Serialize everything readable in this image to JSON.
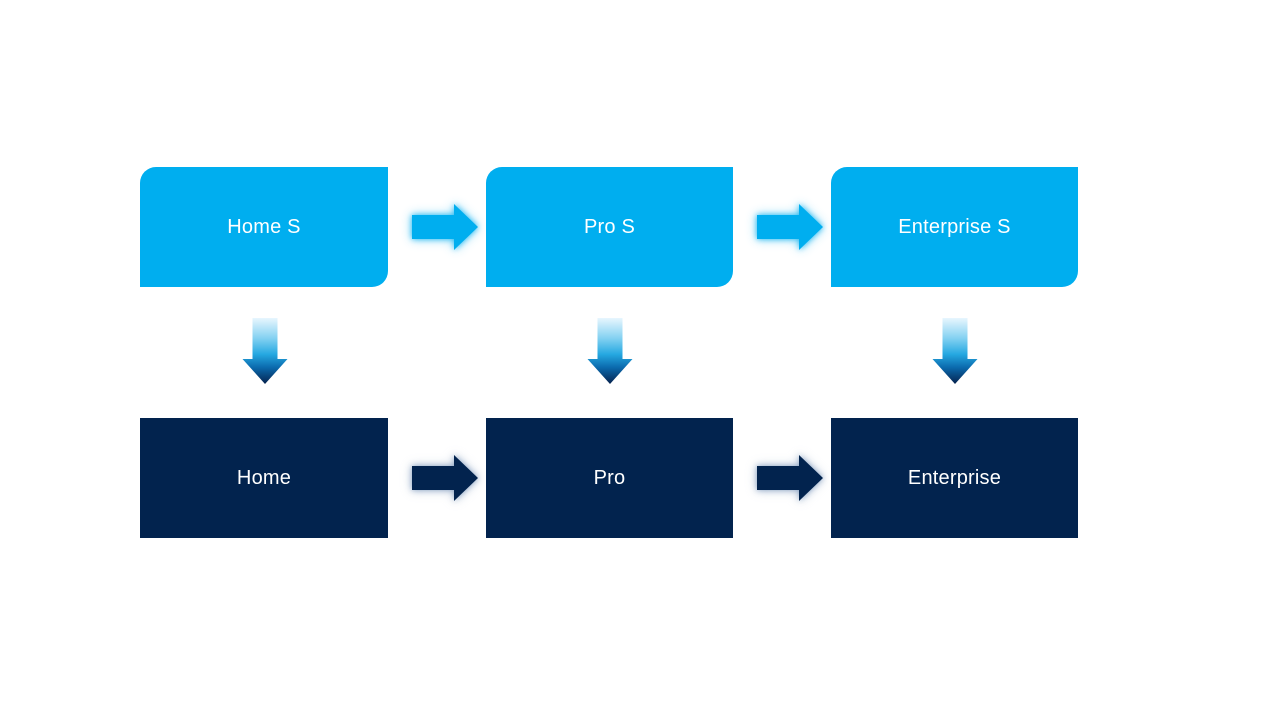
{
  "diagram": {
    "colors": {
      "light_blue": "#00AEEF",
      "navy": "#02234E",
      "text": "#FFFFFF",
      "background": "#FFFFFF",
      "down_arrow_gradient": [
        "#E8F6FE",
        "#86D2F2",
        "#25A8E1",
        "#0B6AAD",
        "#06224E"
      ]
    },
    "top_row": {
      "items": [
        {
          "label": "Home S"
        },
        {
          "label": "Pro S"
        },
        {
          "label": "Enterprise S"
        }
      ]
    },
    "bottom_row": {
      "items": [
        {
          "label": "Home"
        },
        {
          "label": "Pro"
        },
        {
          "label": "Enterprise"
        }
      ]
    },
    "icons": {
      "right_arrow": "right-arrow",
      "down_arrow": "down-arrow"
    }
  }
}
